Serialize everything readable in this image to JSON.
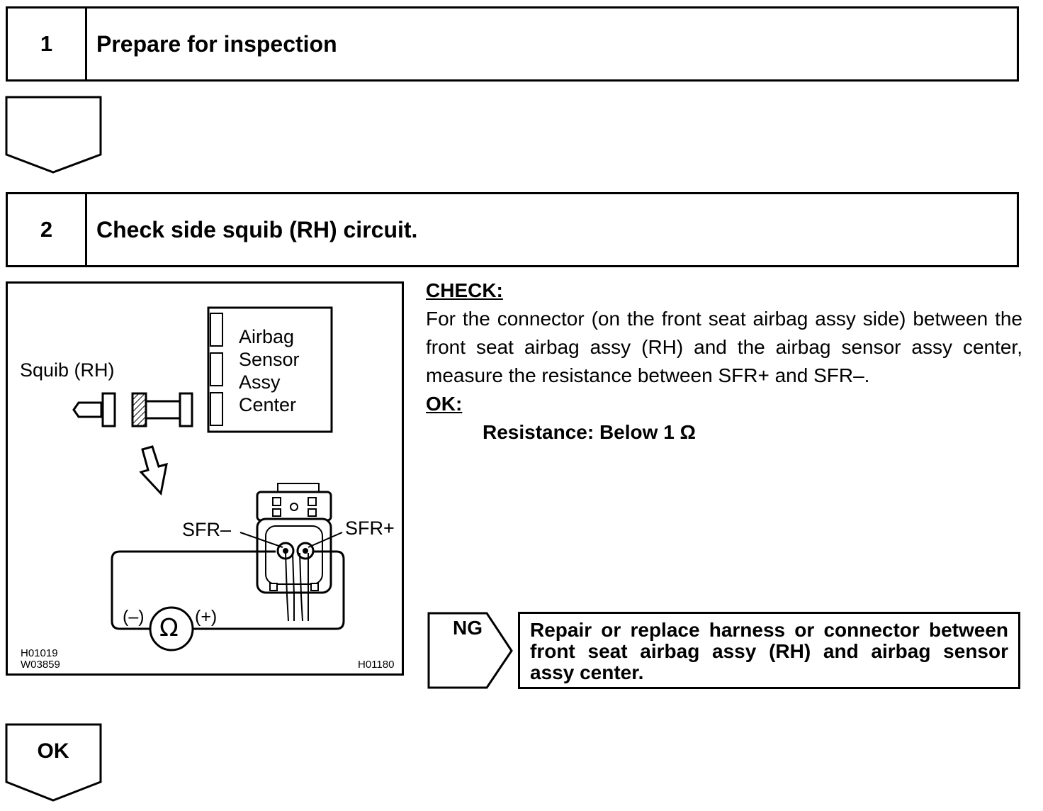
{
  "step1": {
    "number": "1",
    "title": "Prepare for inspection"
  },
  "step2": {
    "number": "2",
    "title": "Check side squib (RH) circuit."
  },
  "figure": {
    "squib_label": "Squib (RH)",
    "sensor_label_lines": [
      "Airbag",
      "Sensor",
      "Assy",
      "Center"
    ],
    "terminal_minus": "SFR–",
    "terminal_plus": "SFR+",
    "meter_minus": "(–)",
    "meter_plus": "(+)",
    "meter_symbol": "Ω",
    "codes_left": [
      "H01019",
      "W03859"
    ],
    "code_right": "H01180"
  },
  "check": {
    "heading": "CHECK:",
    "body": "For the connector (on the front seat airbag assy side) between the front seat airbag assy (RH) and the airbag sensor assy center, measure the resistance between SFR+ and SFR–.",
    "ok_heading": "OK:",
    "spec": "Resistance: Below 1 Ω"
  },
  "ng": {
    "label": "NG",
    "action": "Repair or replace harness or connector between front seat airbag assy (RH) and airbag sensor assy center."
  },
  "ok_arrow": {
    "label": "OK"
  }
}
